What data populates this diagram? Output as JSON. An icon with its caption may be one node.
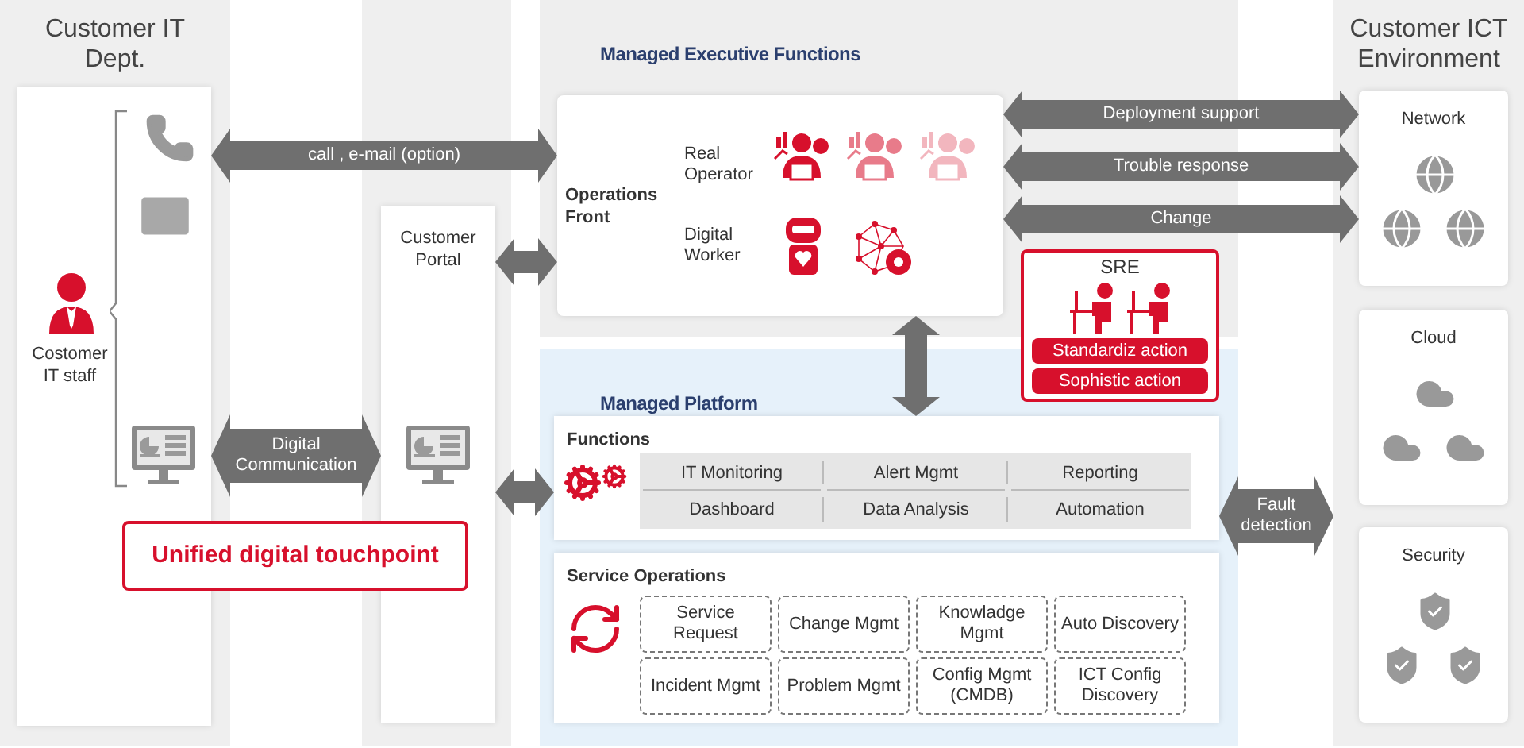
{
  "diagram": {
    "nodes": [
      {
        "text": [
          "Customer IT Dept."
        ]
      },
      {
        "text": [],
        "shape": "box",
        "in": 0
      },
      {
        "text": [
          "Costomer IT staff"
        ],
        "in": 1
      },
      {
        "text": [],
        "shape": "box"
      },
      {
        "text": [
          "Customer Portal"
        ],
        "in": 3
      },
      {
        "text": [
          "Managed Executive Functions"
        ]
      },
      {
        "text": [
          "Operations Front",
          "Real Operator",
          "Digital Worker"
        ],
        "in": 5
      },
      {
        "text": [
          "SRE",
          "Standardiz action",
          "Sophistic action"
        ]
      },
      {
        "text": [
          "Managed Platform"
        ]
      },
      {
        "text": [
          "Functions"
        ],
        "in": 8
      },
      {
        "text": [
          "IT Monitoring"
        ],
        "in": 9
      },
      {
        "text": [
          "Alert Mgmt"
        ],
        "in": 9
      },
      {
        "text": [
          "Reporting"
        ],
        "in": 9
      },
      {
        "text": [
          "Dashboard"
        ],
        "in": 9
      },
      {
        "text": [
          "Data Analysis"
        ],
        "in": 9
      },
      {
        "text": [
          "Automation"
        ],
        "in": 9
      },
      {
        "text": [
          "Service Operations"
        ],
        "in": 8
      },
      {
        "text": [
          "Service Request"
        ],
        "in": 16
      },
      {
        "text": [
          "Change Mgmt"
        ],
        "in": 16
      },
      {
        "text": [
          "Knowladge Mgmt"
        ],
        "in": 16
      },
      {
        "text": [
          "Auto Discovery"
        ],
        "in": 16
      },
      {
        "text": [
          "Incident Mgmt"
        ],
        "in": 16
      },
      {
        "text": [
          "Problem Mgmt"
        ],
        "in": 16
      },
      {
        "text": [
          "Config Mgmt (CMDB)"
        ],
        "in": 16
      },
      {
        "text": [
          "ICT Config Discovery"
        ],
        "in": 16
      },
      {
        "text": [
          "Customer ICT Environment"
        ]
      },
      {
        "text": [
          "Network"
        ],
        "in": 25
      },
      {
        "text": [
          "Cloud"
        ],
        "in": 25
      },
      {
        "text": [
          "Security"
        ],
        "in": 25
      },
      {
        "text": [
          "Unified digital touchpoint"
        ]
      }
    ],
    "edges": [
      {
        "from": 1,
        "to": 6,
        "arrow": "both",
        "label": "call , e-mail (option)"
      },
      {
        "from": 4,
        "to": 6,
        "arrow": "both"
      },
      {
        "from": 1,
        "to": 4,
        "arrow": "both",
        "label": "Digital Communication"
      },
      {
        "from": 4,
        "to": 9,
        "arrow": "both"
      },
      {
        "from": 6,
        "to": 26,
        "arrow": "both",
        "label": "Deployment support"
      },
      {
        "from": 6,
        "to": 26,
        "arrow": "both",
        "label": "Trouble response"
      },
      {
        "from": 6,
        "to": 26,
        "arrow": "both",
        "label": "Change"
      },
      {
        "from": 6,
        "to": 9,
        "arrow": "both"
      },
      {
        "from": 9,
        "to": 25,
        "arrow": "both",
        "label": "Fault detection"
      }
    ]
  }
}
